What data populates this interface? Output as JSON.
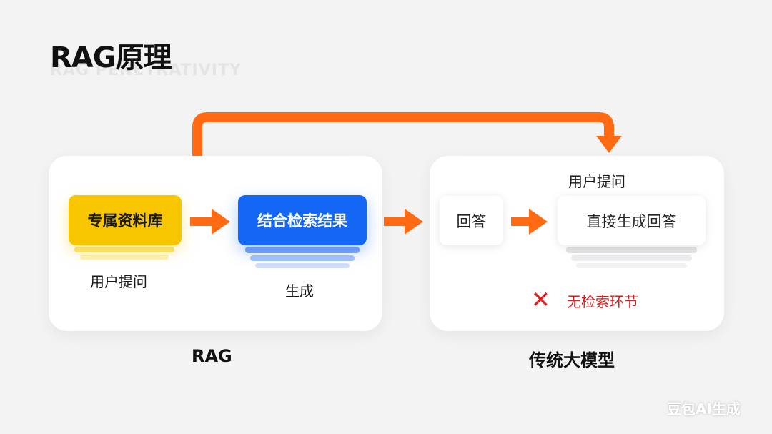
{
  "title": "RAG原理",
  "subtitle_ghost": "RAG PENETRATIVITY",
  "rag_panel": {
    "kb_label": "专属资料库",
    "combine_label": "结合检索结果",
    "user_question": "用户提问",
    "generate": "生成",
    "caption": "RAG"
  },
  "trad_panel": {
    "user_question": "用户提问",
    "answer_label": "回答",
    "direct_label": "直接生成回答",
    "no_retrieval": "无检索环节",
    "caption": "传统大模型"
  },
  "watermark": "豆包AI生成",
  "colors": {
    "arrow": "#ff6a13",
    "kb": "#f7c600",
    "combine": "#1466f4",
    "cross": "#e11d1d"
  }
}
